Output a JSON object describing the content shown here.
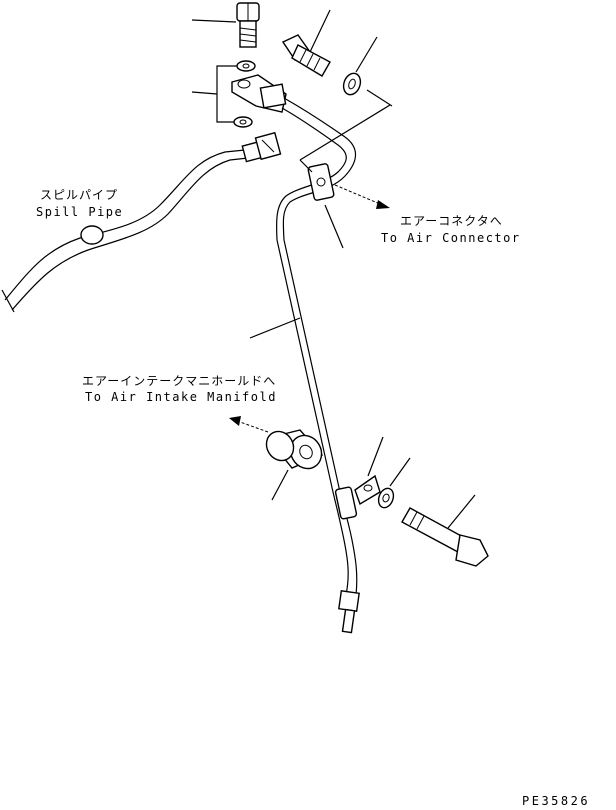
{
  "labels": {
    "spill_pipe_jp": "スピルパイプ",
    "spill_pipe_en": "Spill Pipe",
    "air_connector_jp": "エアーコネクタへ",
    "air_connector_en": "To Air Connector",
    "air_intake_jp": "エアーインテークマニホールドへ",
    "air_intake_en": "To Air Intake Manifold",
    "drawing_code": "PE35826"
  }
}
